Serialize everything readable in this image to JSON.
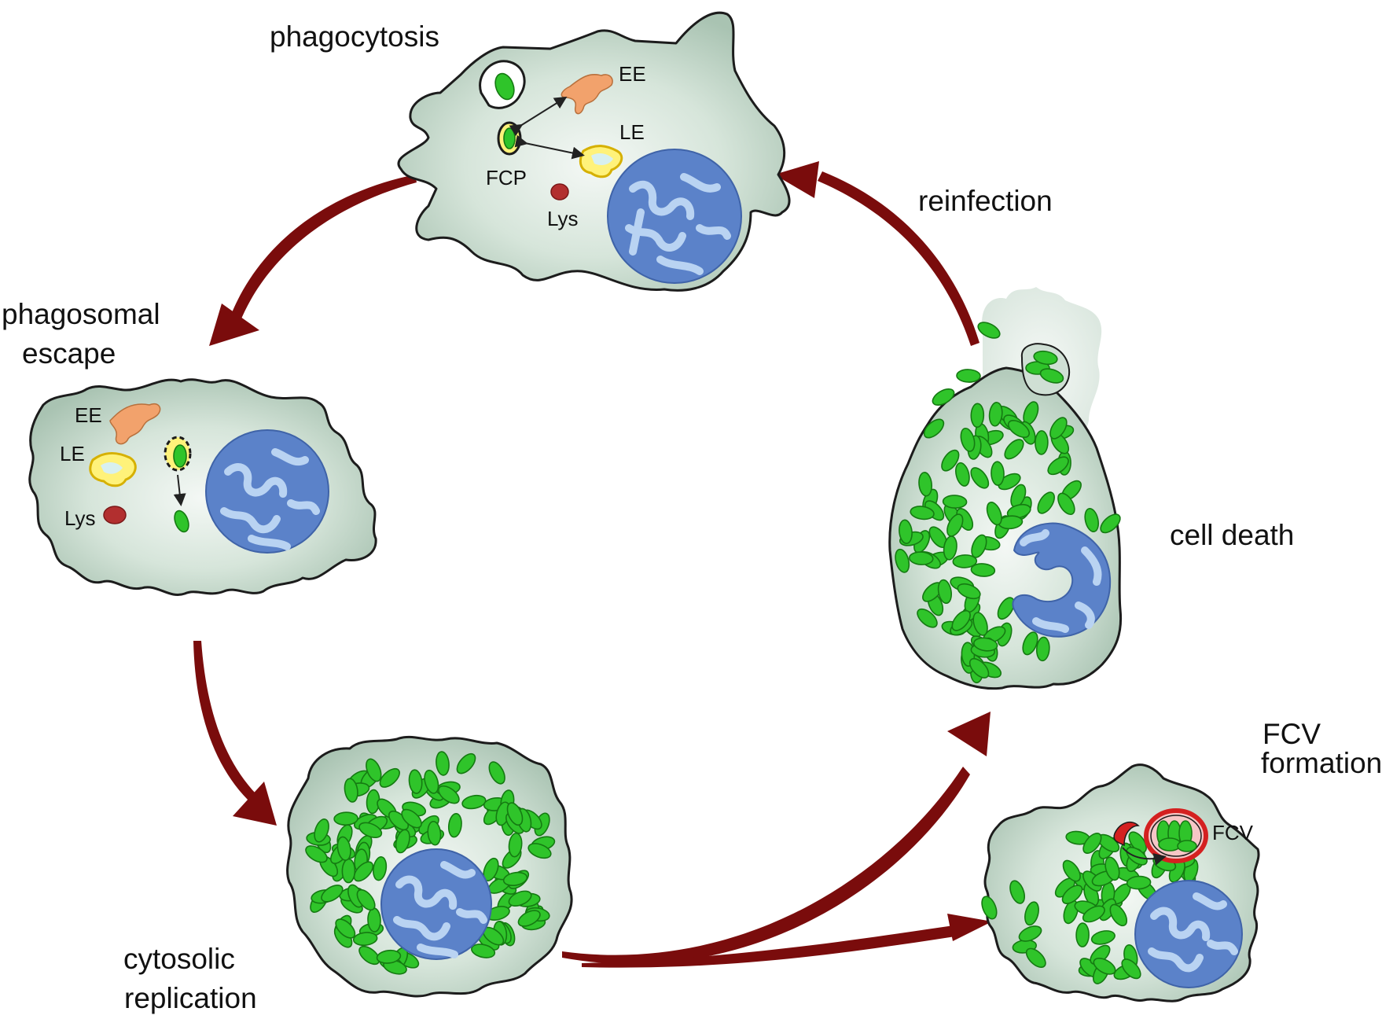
{
  "stages": {
    "phagocytosis": "phagocytosis",
    "phagosomal_escape_line1": "phagosomal",
    "phagosomal_escape_line2": "escape",
    "cytosolic_replication_line1": "cytosolic",
    "cytosolic_replication_line2": "replication",
    "reinfection": "reinfection",
    "cell_death": "cell death",
    "fcv_formation_line1": "FCV",
    "fcv_formation_line2": "formation"
  },
  "organelles": {
    "ee": "EE",
    "le": "LE",
    "fcp": "FCP",
    "lys": "Lys",
    "fcv": "FCV"
  },
  "colors": {
    "cell_fill": "#c5d9cc",
    "cell_center": "#f2f7f3",
    "nucleus": "#5b82c9",
    "chromatin": "#b9d3f2",
    "bacterium": "#2fc42a",
    "arrow": "#7a0c0c",
    "fcv_membrane": "#d42020"
  }
}
